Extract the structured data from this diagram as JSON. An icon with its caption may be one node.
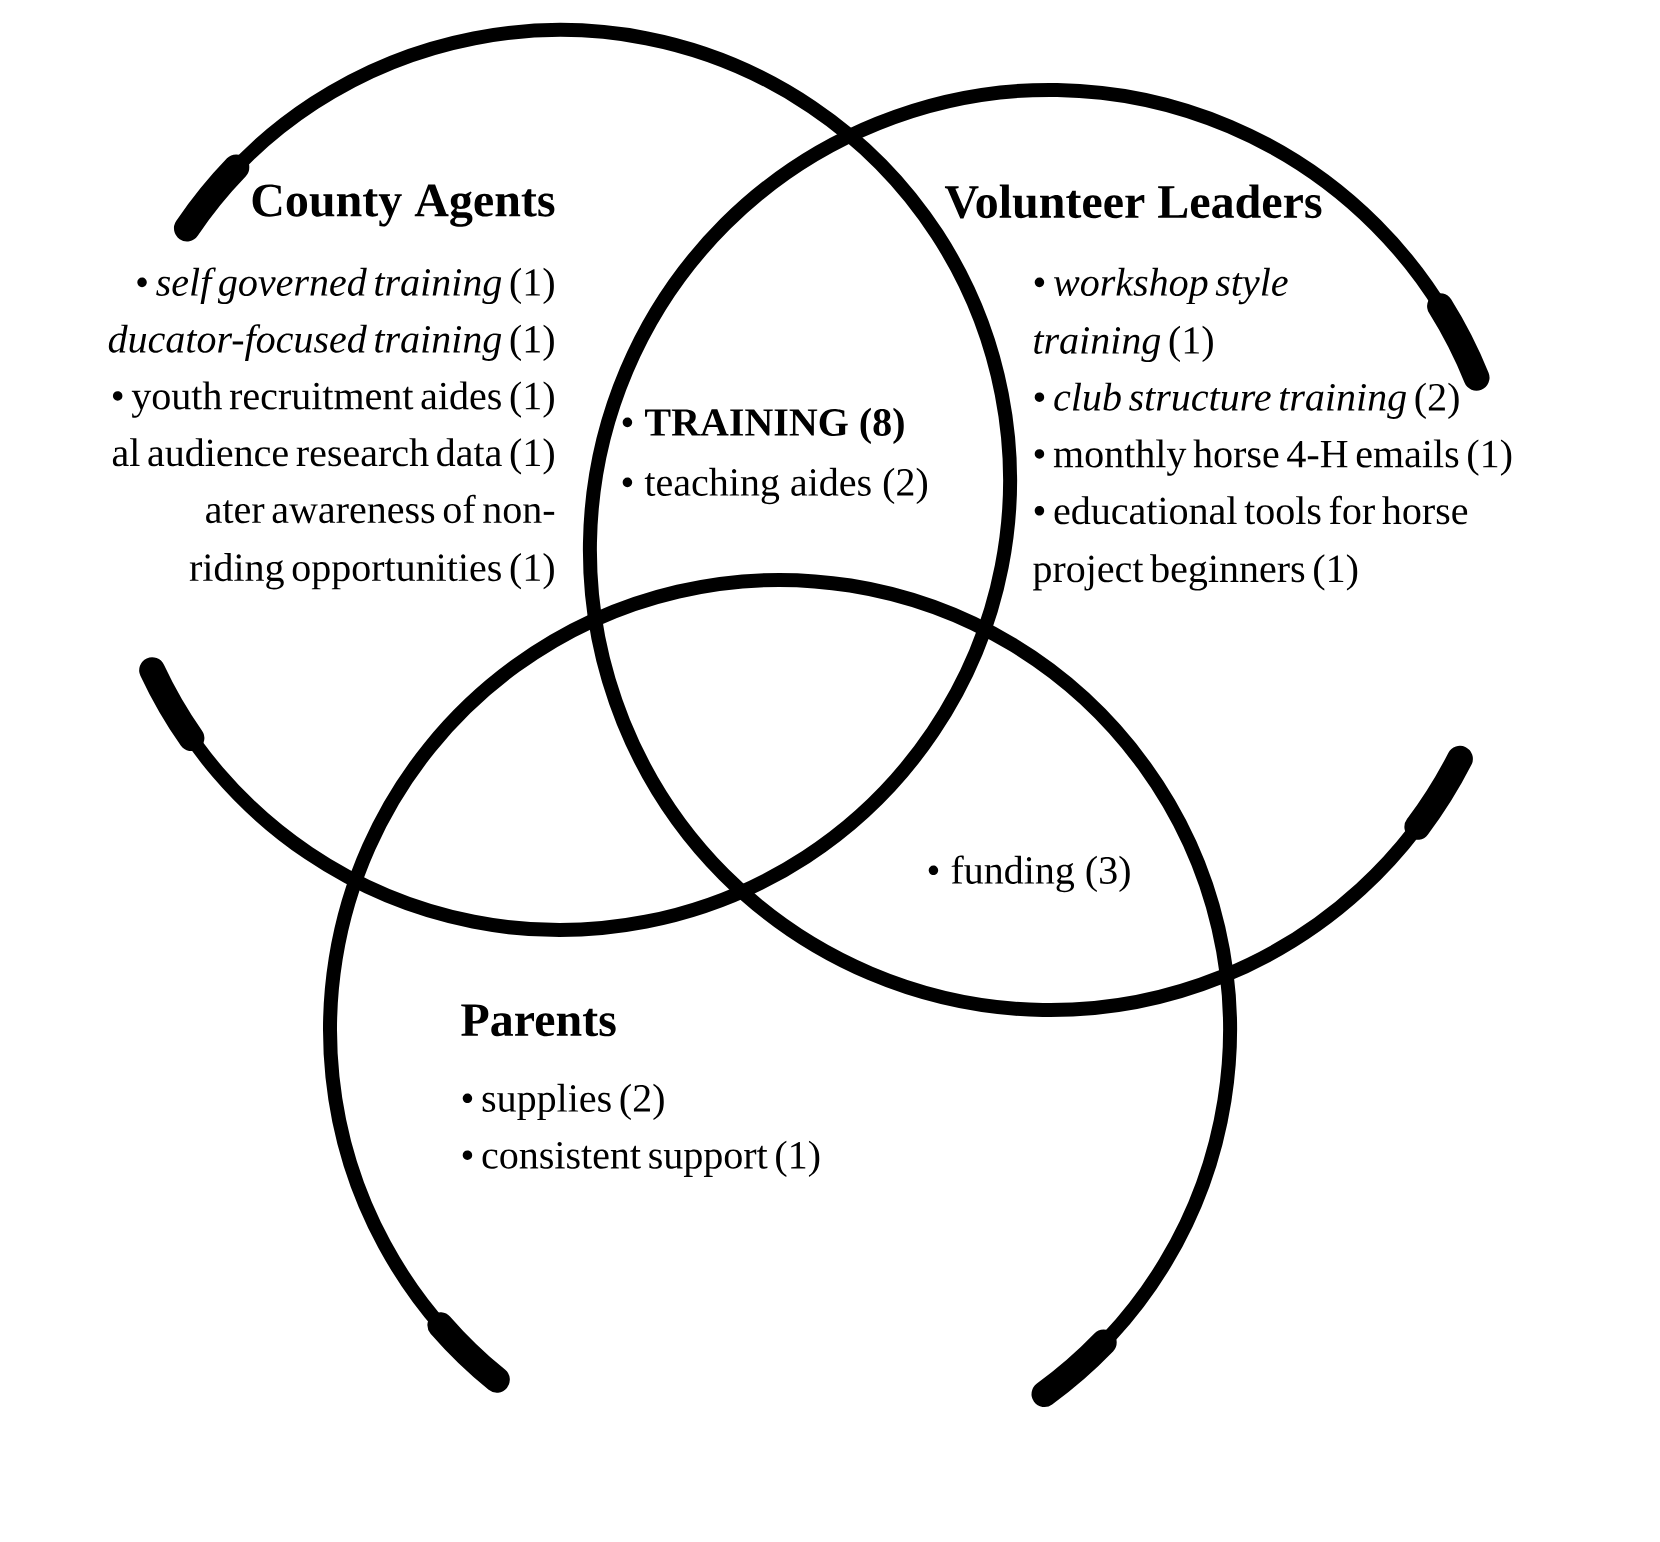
{
  "diagram": {
    "nodes": [
      {
        "text": [
          "County Agents",
          "• *self governed training* (1)",
          "*ducator-focused training* (1)",
          "• youth recruitment aides (1)",
          "al audience research data (1)",
          "ater awareness of non-riding opportunities (1)"
        ]
      },
      {
        "text": [
          "Volunteer Leaders",
          "• *workshop style training* (1)",
          "• *club structure training* (2)",
          "• monthly horse 4-H emails (1)",
          "• educational tools for horse project beginners (1)"
        ]
      },
      {
        "text": [
          "Parents",
          "• supplies (2)",
          "• consistent support (1)"
        ]
      }
    ],
    "labels": [
      "• **TRAINING (8)**",
      "• teaching aides (2)",
      "• funding (3)"
    ]
  }
}
